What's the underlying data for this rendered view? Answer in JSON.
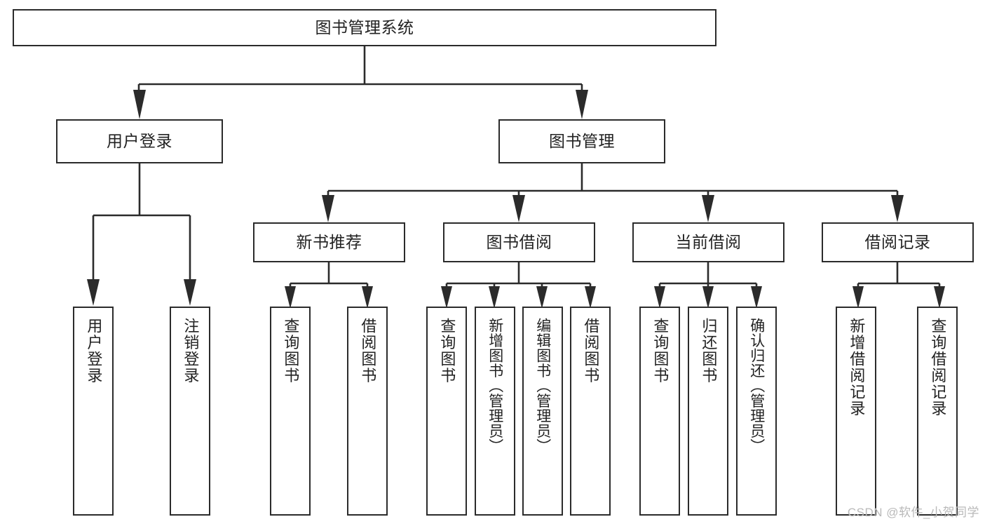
{
  "diagram": {
    "title": "图书管理系统",
    "type": "tree-hierarchy-diagram",
    "watermark": "CSDN @软件_小贺同学",
    "colors": {
      "background": "#ffffff",
      "box_border": "#2b2b2b",
      "box_fill": "#ffffff",
      "connector": "#2b2b2b",
      "text": "#222222",
      "watermark": "#b9b9b9"
    },
    "root": {
      "label": "图书管理系统",
      "orientation": "horizontal"
    },
    "level2": [
      {
        "label": "用户登录",
        "orientation": "horizontal"
      },
      {
        "label": "图书管理",
        "orientation": "horizontal"
      }
    ],
    "level3": [
      {
        "label": "新书推荐",
        "orientation": "horizontal"
      },
      {
        "label": "图书借阅",
        "orientation": "horizontal"
      },
      {
        "label": "当前借阅",
        "orientation": "horizontal"
      },
      {
        "label": "借阅记录",
        "orientation": "horizontal"
      }
    ],
    "leaves": {
      "user_login": [
        {
          "label": "用户登录",
          "orientation": "vertical"
        },
        {
          "label": "注销登录",
          "orientation": "vertical"
        }
      ],
      "new_book_recommend": [
        {
          "label": "查询图书",
          "orientation": "vertical"
        },
        {
          "label": "借阅图书",
          "orientation": "vertical"
        }
      ],
      "book_borrow": [
        {
          "label": "查询图书",
          "orientation": "vertical"
        },
        {
          "label": "新增图书（管理员）",
          "orientation": "vertical"
        },
        {
          "label": "编辑图书（管理员）",
          "orientation": "vertical"
        },
        {
          "label": "借阅图书",
          "orientation": "vertical"
        }
      ],
      "current_borrow": [
        {
          "label": "查询图书",
          "orientation": "vertical"
        },
        {
          "label": "归还图书",
          "orientation": "vertical"
        },
        {
          "label": "确认归还（管理员）",
          "orientation": "vertical"
        }
      ],
      "borrow_record": [
        {
          "label": "新增借阅记录",
          "orientation": "vertical"
        },
        {
          "label": "查询借阅记录",
          "orientation": "vertical"
        }
      ]
    }
  }
}
